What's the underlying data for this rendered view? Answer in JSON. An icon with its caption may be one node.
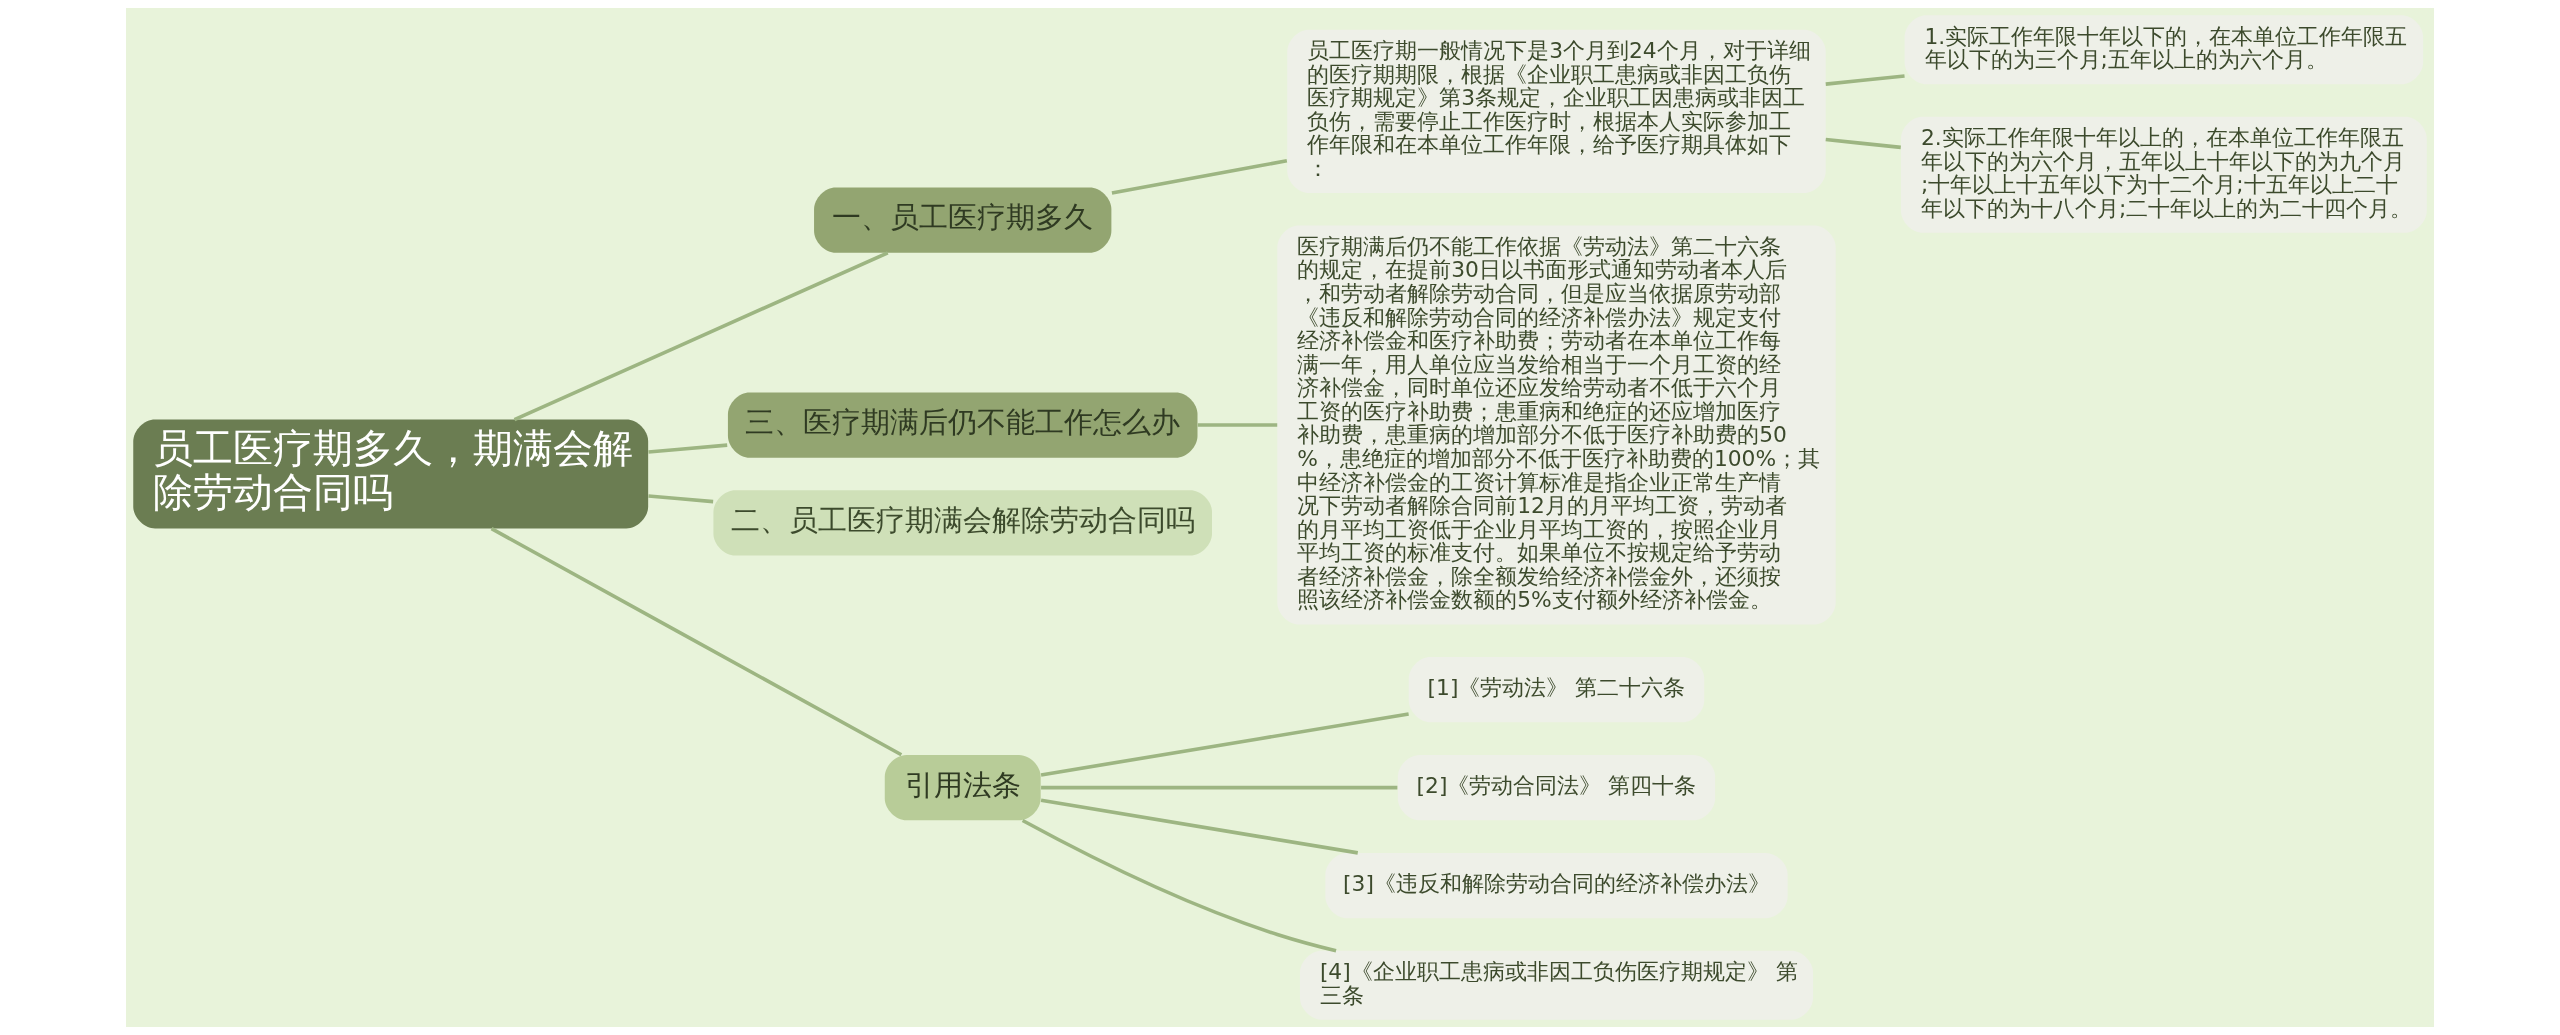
{
  "diagram": {
    "nodes": [
      {
        "text": [
          "员工医疗期多久，期满会解除劳动合同吗"
        ]
      },
      {
        "text": [
          "一、员工医疗期多久"
        ]
      },
      {
        "text": [
          "员工医疗期一般情况下是3个月到24个月，对于详细的医疗期期限，根据《企业职工患病或非因工负伤医疗期规定》第3条规定，企业职工因患病或非因工负伤，需要停止工作医疗时，根据本人实际参加工作年限和在本单位工作年限，给予医疗期具体如下："
        ]
      },
      {
        "text": [
          "1.实际工作年限十年以下的，在本单位工作年限五年以下的为三个月;五年以上的为六个月。"
        ]
      },
      {
        "text": [
          "2.实际工作年限十年以上的，在本单位工作年限五年以下的为六个月，五年以上十年以下的为九个月;十年以上十五年以下为十二个月;十五年以上二十年以下的为十八个月;二十年以上的为二十四个月。"
        ]
      },
      {
        "text": [
          "三、医疗期满后仍不能工作怎么办"
        ]
      },
      {
        "text": [
          "医疗期满后仍不能工作依据《劳动法》第二十六条的规定，在提前30日以书面形式通知劳动者本人后，和劳动者解除劳动合同，但是应当依据原劳动部《违反和解除劳动合同的经济补偿办法》规定支付经济补偿金和医疗补助费；劳动者在本单位工作每满一年，用人单位应当发给相当于一个月工资的经济补偿金，同时单位还应发给劳动者不低于六个月工资的医疗补助费；患重病和绝症的还应增加医疗补助费，患重病的增加部分不低于医疗补助费的50%，患绝症的增加部分不低于医疗补助费的100%；其中经济补偿金的工资计算标准是指企业正常生产情况下劳动者解除合同前12月的月平均工资，劳动者的月平均工资低于企业月平均工资的，按照企业月平均工资的标准支付。如果单位不按规定给予劳动者经济补偿金，除全额发给经济补偿金外，还须按照该经济补偿金数额的5%支付额外经济补偿金。"
        ]
      },
      {
        "text": [
          "二、员工医疗期满会解除劳动合同吗"
        ]
      },
      {
        "text": [
          "引用法条"
        ]
      },
      {
        "text": [
          "[1]《劳动法》 第二十六条"
        ]
      },
      {
        "text": [
          "[2]《劳动合同法》 第四十条"
        ]
      },
      {
        "text": [
          "[3]《违反和解除劳动合同的经济补偿办法》"
        ]
      },
      {
        "text": [
          "[4]《企业职工患病或非因工负伤医疗期规定》 第三条"
        ]
      }
    ],
    "edges": [
      {
        "from": 0,
        "to": 1,
        "arrow": "none"
      },
      {
        "from": 1,
        "to": 2,
        "arrow": "none"
      },
      {
        "from": 2,
        "to": 3,
        "arrow": "none"
      },
      {
        "from": 2,
        "to": 4,
        "arrow": "none"
      },
      {
        "from": 0,
        "to": 5,
        "arrow": "none"
      },
      {
        "from": 5,
        "to": 6,
        "arrow": "none"
      },
      {
        "from": 0,
        "to": 7,
        "arrow": "none"
      },
      {
        "from": 0,
        "to": 8,
        "arrow": "none"
      },
      {
        "from": 8,
        "to": 9,
        "arrow": "none"
      },
      {
        "from": 8,
        "to": 10,
        "arrow": "none"
      },
      {
        "from": 8,
        "to": 11,
        "arrow": "none"
      },
      {
        "from": 8,
        "to": 12,
        "arrow": "none"
      }
    ]
  }
}
